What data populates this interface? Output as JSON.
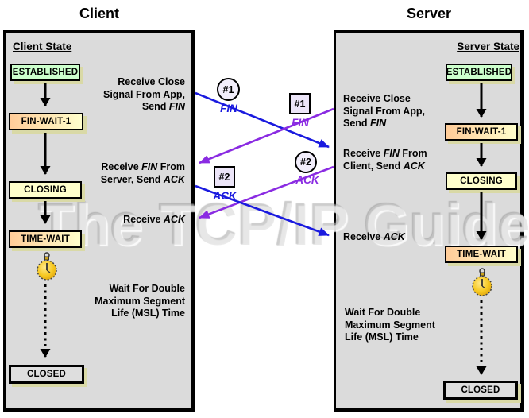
{
  "watermark": "The TCP/IP Guide",
  "client": {
    "title": "Client",
    "state_header": "Client State",
    "states": [
      "ESTABLISHED",
      "FIN-WAIT-1",
      "CLOSING",
      "TIME-WAIT",
      "CLOSED"
    ],
    "annotations": {
      "close": {
        "l1": "Receive Close",
        "l2": "Signal From App,",
        "l3a": "Send ",
        "l3b": "FIN"
      },
      "recv_fin": {
        "l1a": "Receive ",
        "l1b": "FIN",
        "l1c": " From",
        "l2a": "Server, Send ",
        "l2b": "ACK"
      },
      "recv_ack": {
        "a": "Receive ",
        "b": "ACK"
      },
      "wait": {
        "l1": "Wait For Double",
        "l2": "Maximum Segment",
        "l3": "Life (MSL) Time"
      }
    }
  },
  "server": {
    "title": "Server",
    "state_header": "Server State",
    "states": [
      "ESTABLISHED",
      "FIN-WAIT-1",
      "CLOSING",
      "TIME-WAIT",
      "CLOSED"
    ],
    "annotations": {
      "close": {
        "l1": "Receive Close",
        "l2": "Signal From App,",
        "l3a": "Send ",
        "l3b": "FIN"
      },
      "recv_fin": {
        "l1a": "Receive ",
        "l1b": "FIN",
        "l1c": " From",
        "l2a": "Client, Send ",
        "l2b": "ACK"
      },
      "recv_ack": {
        "a": "Receive ",
        "b": "ACK"
      },
      "wait": {
        "l1": "Wait For Double",
        "l2": "Maximum Segment",
        "l3": "Life (MSL) Time"
      }
    }
  },
  "messages": {
    "client_fin": {
      "num": "#1",
      "proto": "FIN"
    },
    "server_fin": {
      "num": "#1",
      "proto": "FIN"
    },
    "client_ack": {
      "num": "#2",
      "proto": "ACK"
    },
    "server_ack": {
      "num": "#2",
      "proto": "ACK"
    }
  },
  "icons": {
    "timer": "stopwatch-clock"
  },
  "colors": {
    "client_message": "#1a1adf",
    "server_message": "#8a2be2",
    "panel_background": "#dbdbdb",
    "established_fill": "#ccffcc",
    "warm_fill_start": "#ffcc99",
    "warm_fill_end": "#ffffcc",
    "closing_fill": "#ffffcc",
    "closed_fill": "#dedede",
    "box_shadow": "#d9d9a6"
  }
}
